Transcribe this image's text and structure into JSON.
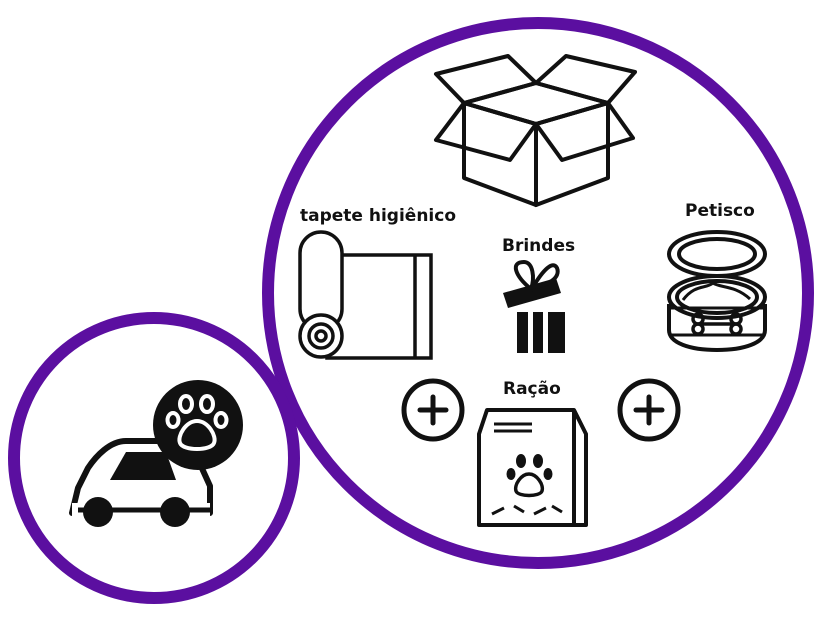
{
  "items": {
    "tapete": "tapete higiênico",
    "brindes": "Brindes",
    "petisco": "Petisco",
    "racao": "Ração"
  },
  "icons": {
    "box": "open-box-icon",
    "car": "car-icon",
    "paw": "paw-badge-icon",
    "roll": "pad-roll-icon",
    "gift": "gift-icon",
    "can": "pet-food-can-icon",
    "bag": "pet-food-bag-icon",
    "plus": "plus-icon"
  },
  "colors": {
    "ring": "#5b0fa0",
    "ink": "#111111",
    "background": "#ffffff"
  }
}
